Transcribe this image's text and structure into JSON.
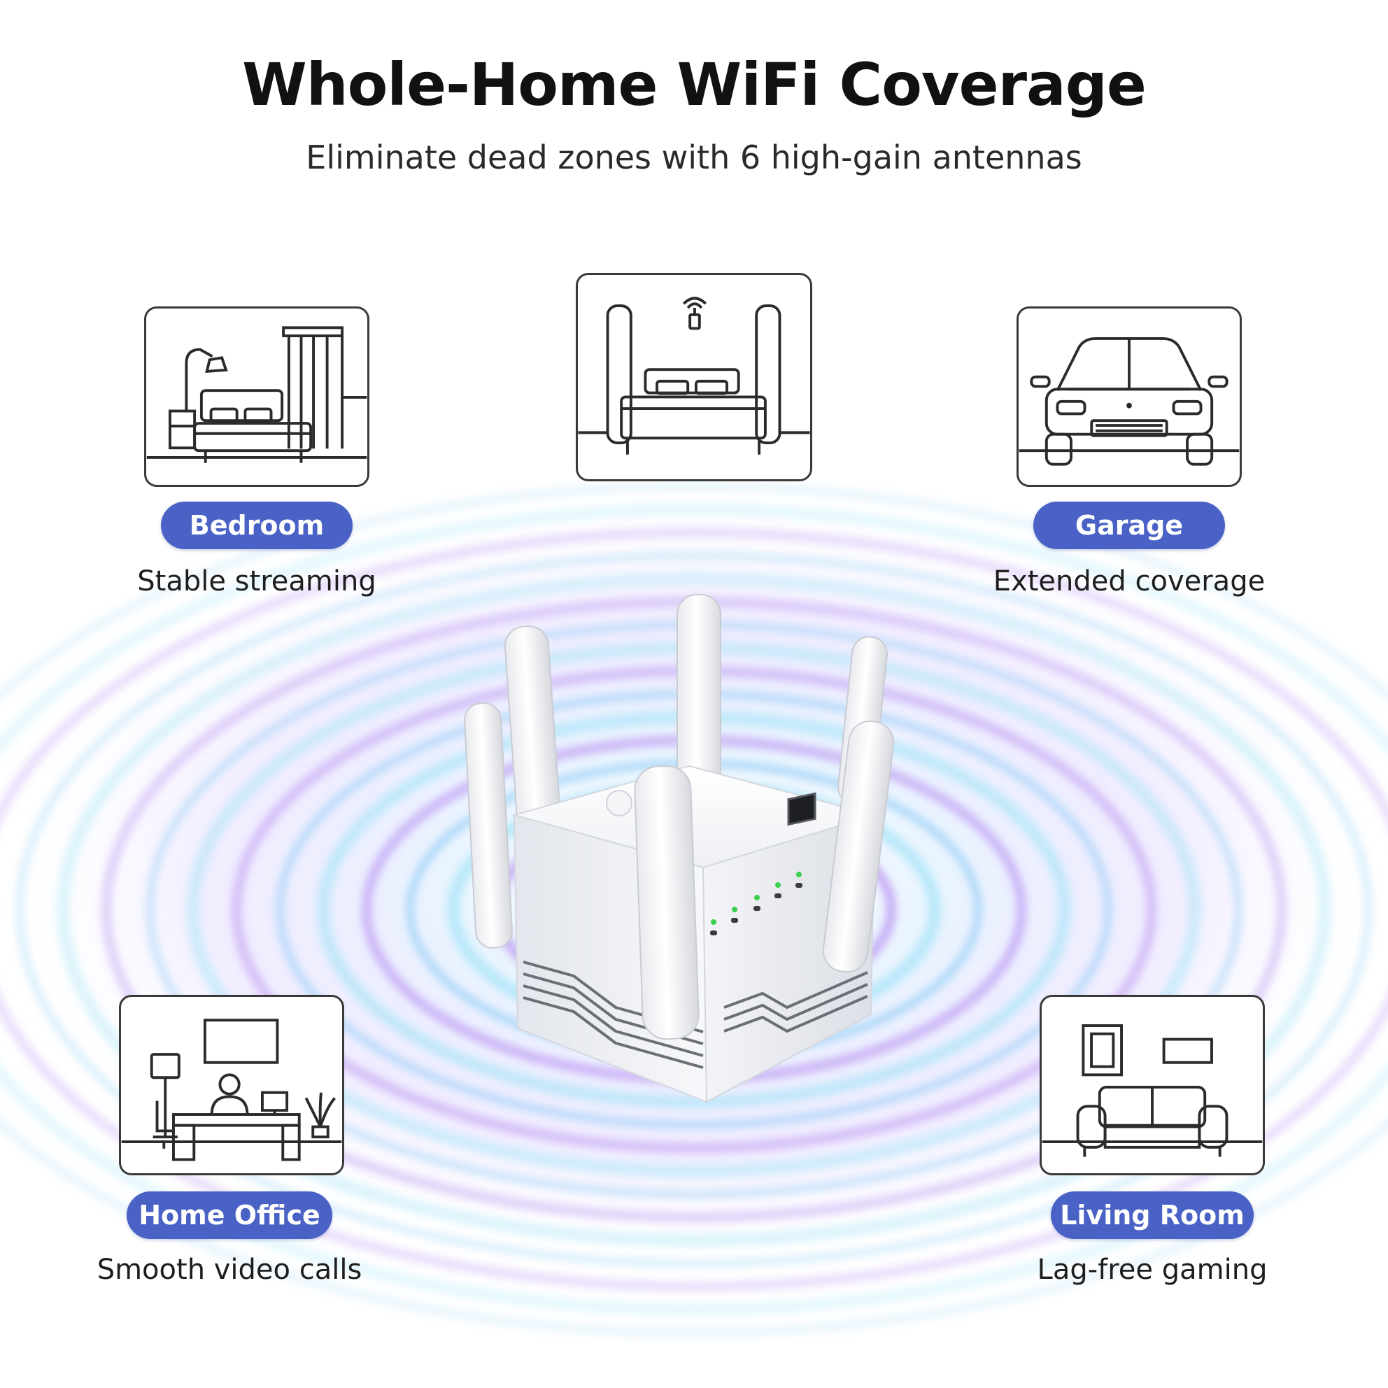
{
  "header": {
    "title": "Whole-Home WiFi Coverage",
    "subtitle": "Eliminate dead zones with 6 high-gain antennas"
  },
  "rooms": [
    {
      "label": "Bedroom",
      "caption": "Stable streaming",
      "icon": "bedroom-icon"
    },
    {
      "label": "Garage",
      "caption": "Extended coverage",
      "icon": "car-icon"
    },
    {
      "label": "Home Office",
      "caption": "Smooth video calls",
      "icon": "home-office-icon"
    },
    {
      "label": "Living Room",
      "caption": "Lag-free gaming",
      "icon": "sofa-icon"
    }
  ],
  "top_card": {
    "icon": "bed-with-router-icon"
  },
  "device": {
    "name": "wifi-extender",
    "antenna_count": 6
  },
  "colors": {
    "pill": "#4a62c6",
    "wave_blue": "#7ec4f2",
    "wave_purple": "#b58cf0",
    "wave_cyan": "#9fe3f7",
    "led_green": "#3ccf4e"
  }
}
